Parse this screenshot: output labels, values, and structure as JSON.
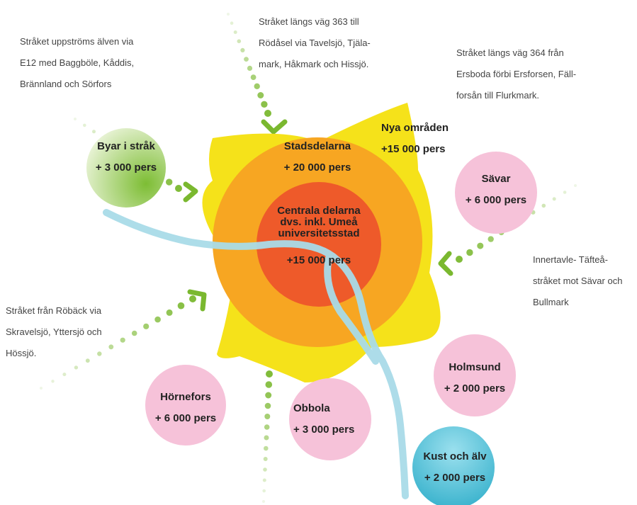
{
  "colors": {
    "outer_star": "#f5e21a",
    "middle_ring": "#f7a622",
    "center": "#ee5a2a",
    "river": "#a9dbe8",
    "green_arrow": "#7ab82f",
    "pink_bubble": "#f6c2d9",
    "green_bubble": "#8cc640",
    "blue_bubble": "#3fb5cf"
  },
  "center": {
    "lines": [
      "Centrala delarna",
      "dvs. inkl. Umeå",
      "universitetsstad"
    ],
    "value": "+15 000 pers"
  },
  "ring": {
    "name": "Stadsdelarna",
    "value": "+ 20 000 pers"
  },
  "outer": {
    "name": "Nya områden",
    "value": "+15 000 pers"
  },
  "bubbles": {
    "byar": {
      "name": "Byar i stråk",
      "value": "+ 3 000 pers"
    },
    "savar": {
      "name": "Sävar",
      "value": "+ 6 000 pers"
    },
    "hornefors": {
      "name": "Hörnefors",
      "value": "+ 6 000 pers"
    },
    "obbola": {
      "name": "Obbola",
      "value": "+ 3 000 pers"
    },
    "holmsund": {
      "name": "Holmsund",
      "value": "+ 2 000 pers"
    },
    "kust": {
      "name": "Kust och älv",
      "value": "+ 2 000 pers"
    }
  },
  "notes": {
    "top_left": [
      "Stråket uppströms älven via",
      "E12 med Baggböle, Kåddis,",
      "Brännland och Sörfors"
    ],
    "top_middle": [
      "Stråket längs väg 363 till",
      "Rödåsel via Tavelsjö, Tjäla-",
      "mark, Håkmark och Hissjö."
    ],
    "top_right": [
      "Stråket längs väg 364 från",
      "Ersboda förbi Ersforsen, Fäll-",
      "forsån till Flurkmark."
    ],
    "right": [
      "Innertavle- Täfteå-",
      "stråket mot Sävar och",
      "Bullmark"
    ],
    "left": [
      "Stråket från Röbäck via",
      "Skravelsjö, Yttersjö och",
      "Hössjö."
    ]
  }
}
